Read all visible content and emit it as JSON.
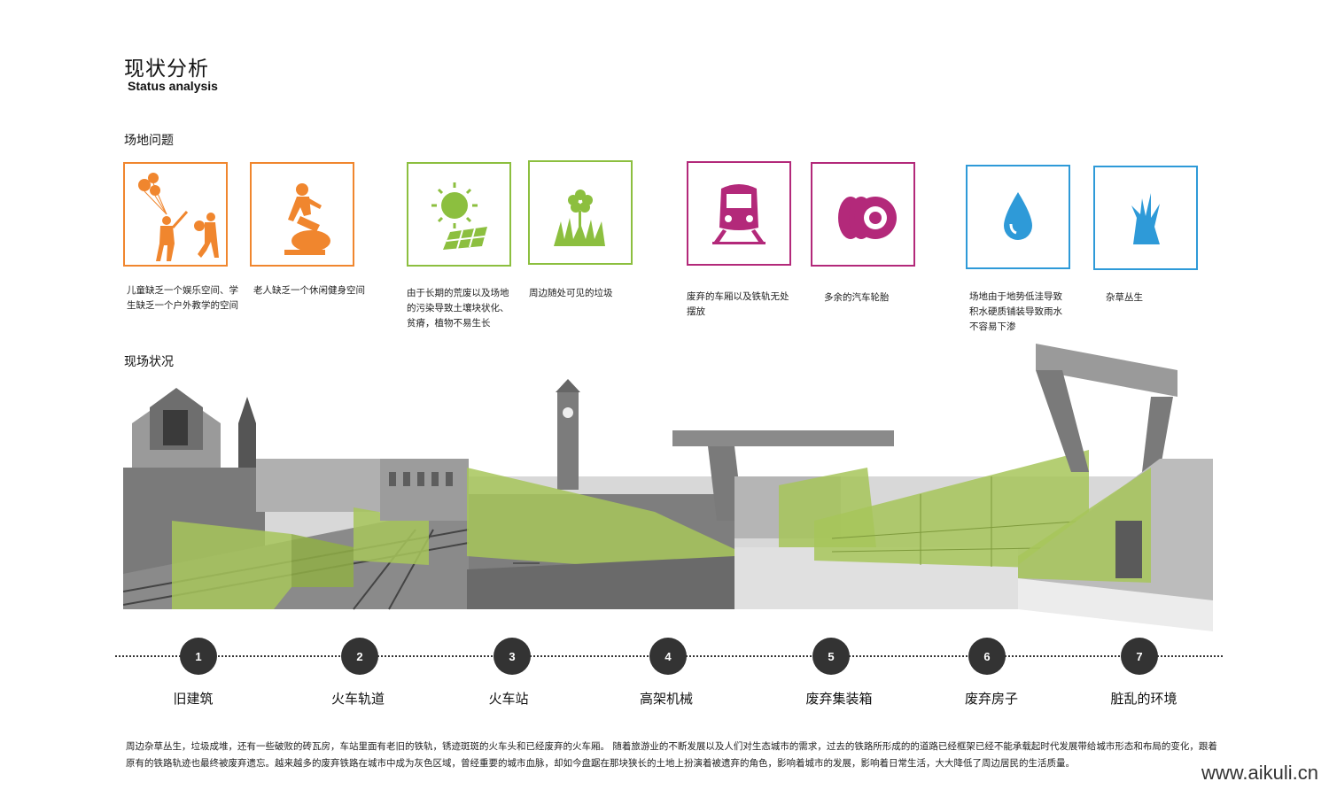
{
  "title": {
    "cn": "现状分析",
    "en": "Status analysis"
  },
  "section_problems": "场地问题",
  "section_site": "现场状况",
  "colors": {
    "orange": "#f0862e",
    "green": "#8cbf3f",
    "magenta": "#b3297a",
    "blue": "#2e9ad8",
    "node": "#333333",
    "overlay": "#a7c65a"
  },
  "problems": [
    {
      "icon": "children-playing-icon",
      "color": "orange",
      "caption": "儿童缺乏一个娱乐空间、学生缺乏一个户外教学的空间"
    },
    {
      "icon": "exercise-bike-icon",
      "color": "orange",
      "caption": "老人缺乏一个休闲健身空间"
    },
    {
      "icon": "sun-solar-panel-icon",
      "color": "green",
      "caption": "由于长期的荒废以及场地的污染导致土壤块状化、贫瘠，植物不易生长"
    },
    {
      "icon": "flower-grass-icon",
      "color": "green",
      "caption": "周边随处可见的垃圾"
    },
    {
      "icon": "train-icon",
      "color": "magenta",
      "caption": "废弃的车厢以及铁轨无处摆放"
    },
    {
      "icon": "tires-icon",
      "color": "magenta",
      "caption": "多余的汽车轮胎"
    },
    {
      "icon": "water-drop-icon",
      "color": "blue",
      "caption": "场地由于地势低洼导致积水硬质铺装导致雨水不容易下渗"
    },
    {
      "icon": "weeds-icon",
      "color": "blue",
      "caption": "杂草丛生"
    }
  ],
  "timeline": [
    {
      "num": "1",
      "label": "旧建筑"
    },
    {
      "num": "2",
      "label": "火车轨道"
    },
    {
      "num": "3",
      "label": "火车站"
    },
    {
      "num": "4",
      "label": "高架机械"
    },
    {
      "num": "5",
      "label": "废弃集装箱"
    },
    {
      "num": "6",
      "label": "废弃房子"
    },
    {
      "num": "7",
      "label": "脏乱的环境"
    }
  ],
  "paragraph": "周边杂草丛生，垃圾成堆，还有一些破败的砖瓦房，车站里面有老旧的铁轨，锈迹斑斑的火车头和已经废弃的火车厢。 随着旅游业的不断发展以及人们对生态城市的需求，过去的铁路所形成的的道路已经框架已经不能承载起时代发展带给城市形态和布局的变化，跟着原有的铁路轨迹也最终被废弃遗忘。越来越多的废弃铁路在城市中成为灰色区域，曾经重要的城市血脉，却如今盘踞在那块狭长的土地上扮演着被遗弃的角色，影响着城市的发展，影响着日常生活，大大降低了周边居民的生活质量。",
  "watermark": "www.aikuli.cn"
}
